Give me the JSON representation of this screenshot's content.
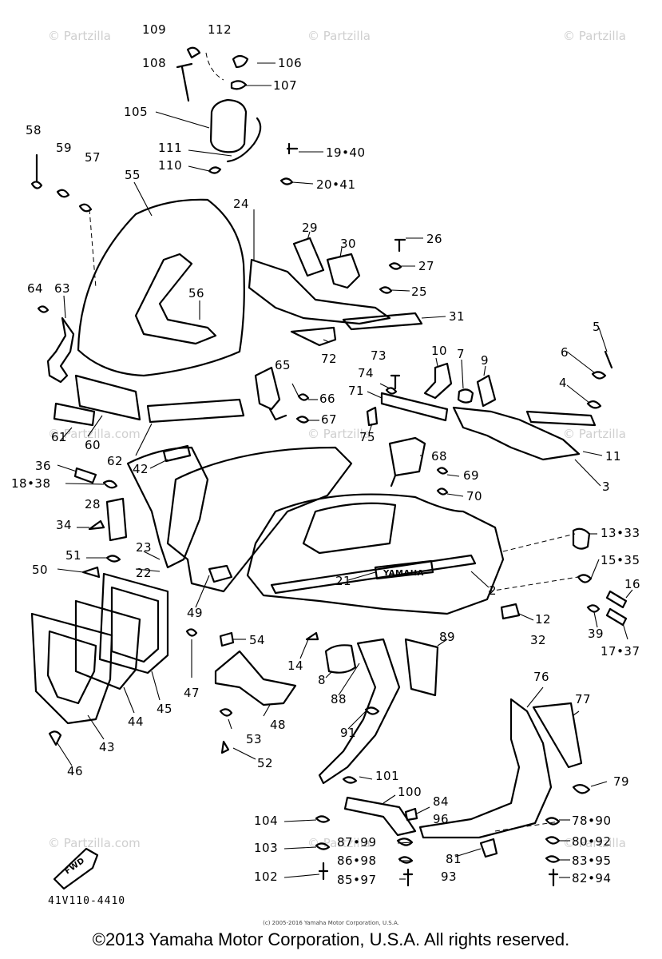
{
  "watermark": "© Partzilla",
  "watermark_inline": "© Partzilla.com",
  "diagram_code": "41V110-4410",
  "fwd_label": "FWD",
  "fine_print": "(c) 2005-2016 Yamaha Motor Corporation, U.S.A.",
  "copyright": "©2013 Yamaha Motor Corporation, U.S.A. All rights reserved.",
  "brand_decal": "YAMAHA",
  "callouts": [
    "109",
    "112",
    "108",
    "106",
    "107",
    "105",
    "111",
    "110",
    "19•40",
    "20•41",
    "58",
    "59",
    "57",
    "55",
    "24",
    "29",
    "30",
    "26",
    "27",
    "25",
    "31",
    "64",
    "63",
    "56",
    "72",
    "73",
    "74",
    "71",
    "10",
    "7",
    "9",
    "5",
    "6",
    "4",
    "65",
    "66",
    "67",
    "75",
    "11",
    "3",
    "68",
    "69",
    "70",
    "61",
    "60",
    "62",
    "42",
    "36",
    "18•38",
    "28",
    "34",
    "23",
    "22",
    "51",
    "50",
    "21",
    "2",
    "13•33",
    "15•35",
    "16",
    "39",
    "17•37",
    "49",
    "12",
    "32",
    "54",
    "14",
    "89",
    "8",
    "47",
    "48",
    "45",
    "44",
    "43",
    "88",
    "76",
    "77",
    "53",
    "52",
    "91",
    "46",
    "101",
    "100",
    "84",
    "96",
    "79",
    "78•90",
    "104",
    "87•99",
    "80•92",
    "103",
    "86•98",
    "81",
    "93",
    "83•95",
    "102",
    "85•97",
    "82•94"
  ]
}
